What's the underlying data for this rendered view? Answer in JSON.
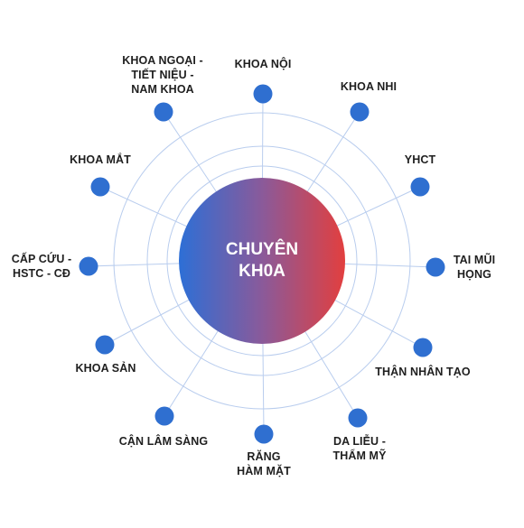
{
  "colors": {
    "ring": "#b9cdee",
    "spoke": "#b9cdee",
    "node": "#2f6fd0",
    "center_left": "#2d6fd6",
    "center_right": "#e23f3f",
    "label": "#1f1f1f"
  },
  "center": {
    "title": "CHUYÊN\nKH0A"
  },
  "nodes": [
    {
      "id": "khoa-noi",
      "label": "KHOA NỘI",
      "icon": "circle-node"
    },
    {
      "id": "khoa-nhi",
      "label": "KHOA NHI",
      "icon": "circle-node"
    },
    {
      "id": "yhct",
      "label": "YHCT",
      "icon": "circle-node"
    },
    {
      "id": "tai-mui-hong",
      "label": "TAI MŨI\nHỌNG",
      "icon": "circle-node"
    },
    {
      "id": "than-nhan-tao",
      "label": "THẬN NHÂN TẠO",
      "icon": "circle-node"
    },
    {
      "id": "da-lieu",
      "label": "DA LIỄU -\nTHẨM MỸ",
      "icon": "circle-node"
    },
    {
      "id": "rang-ham-mat",
      "label": "RĂNG\nHÀM MẶT",
      "icon": "circle-node"
    },
    {
      "id": "can-lam-sang",
      "label": "CẬN LÂM SÀNG",
      "icon": "circle-node"
    },
    {
      "id": "khoa-san",
      "label": "KHOA SẢN",
      "icon": "circle-node"
    },
    {
      "id": "cap-cuu",
      "label": "CẤP CỨU -\nHSTC - CĐ",
      "icon": "circle-node"
    },
    {
      "id": "khoa-mat",
      "label": "KHOA MẮT",
      "icon": "circle-node"
    },
    {
      "id": "khoa-ngoai",
      "label": "KHOA NGOẠI -\nTIẾT NIỆU -\nNAM KHOA",
      "icon": "circle-node"
    }
  ]
}
